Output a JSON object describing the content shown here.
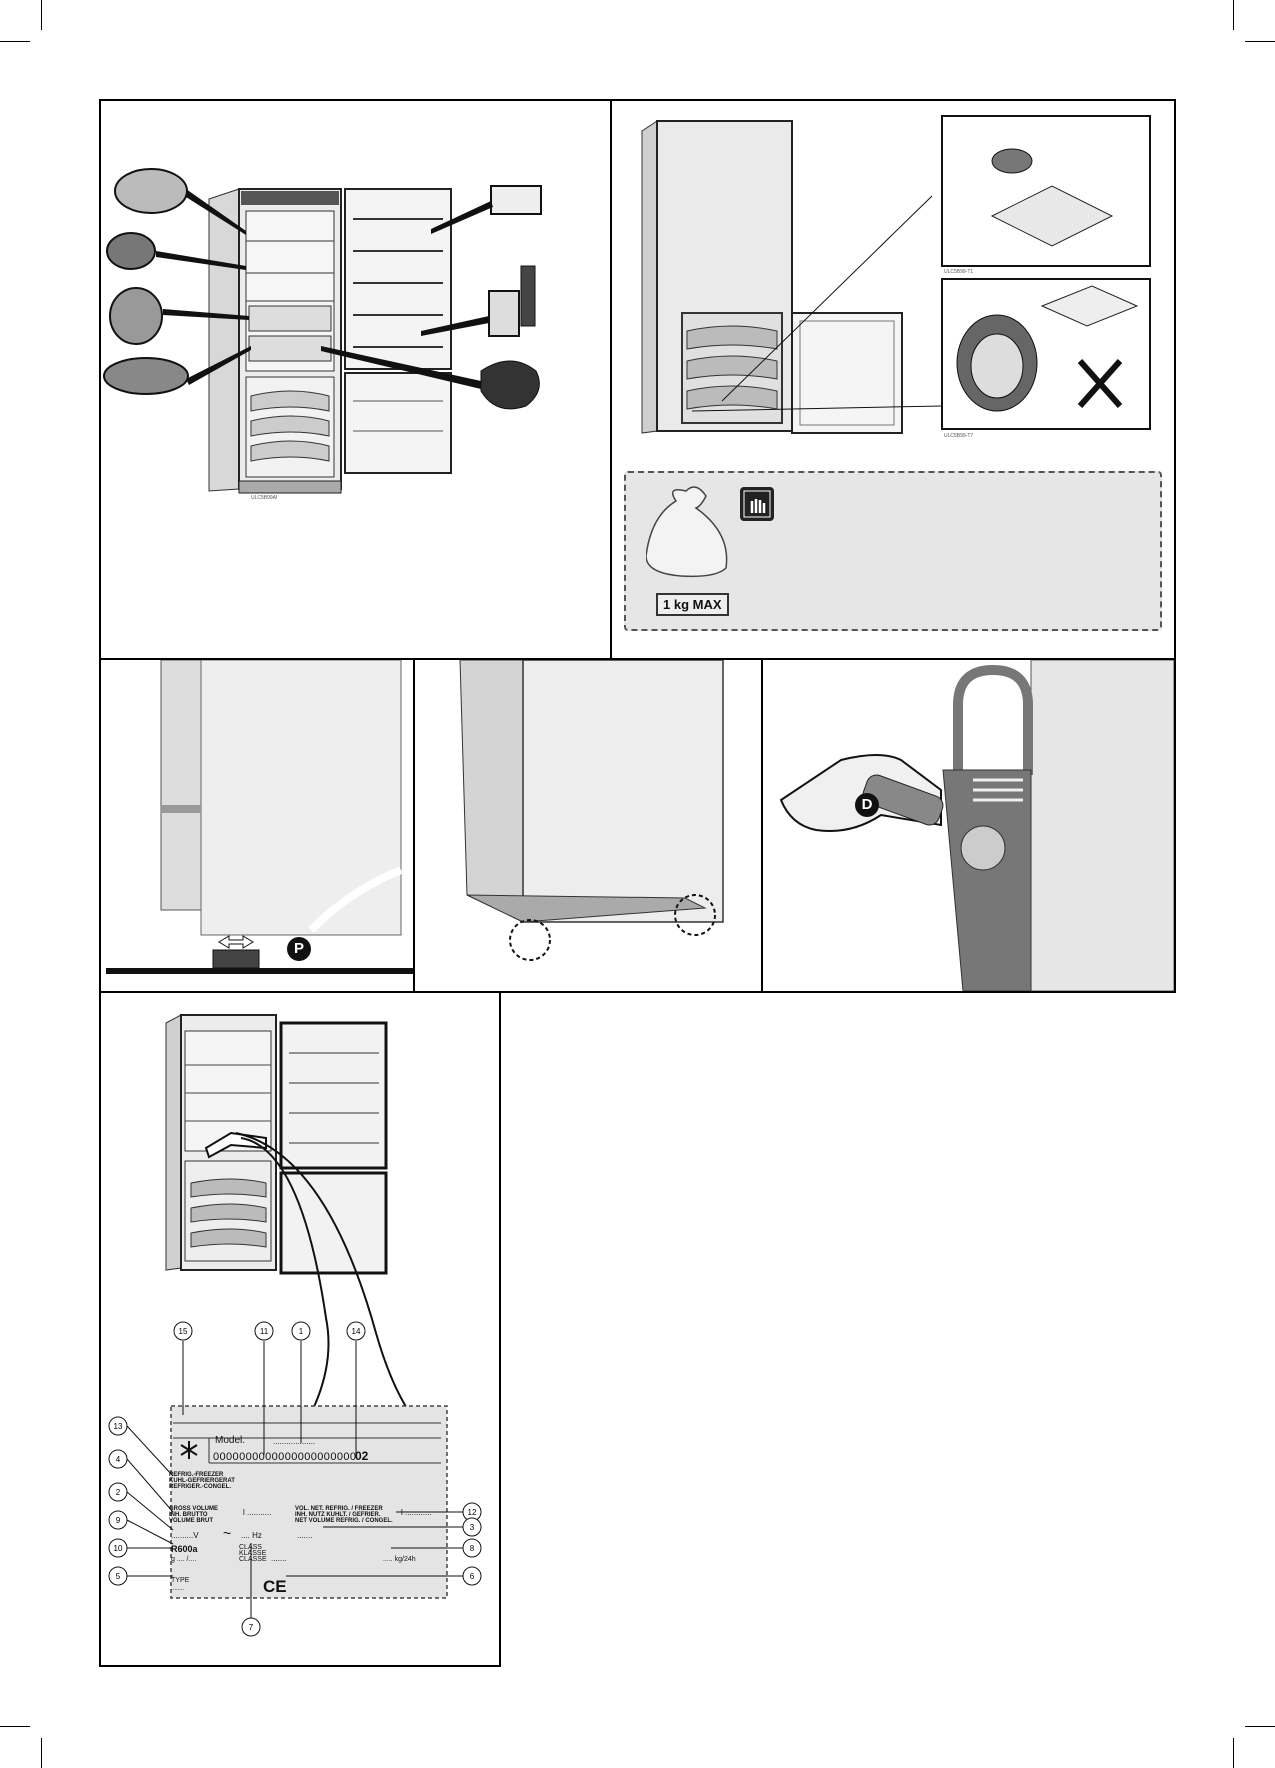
{
  "panel_storage": {
    "tiny_code": "ULC5B99AI"
  },
  "panel_icetray": {
    "tiny_code_a": "ULC5B99-T1",
    "tiny_code_b": "ULC5B99-T7"
  },
  "warning_box": {
    "badge": "1 kg MAX",
    "icon": "hand-stop-icon"
  },
  "panel_feet": {
    "marker": "P"
  },
  "panel_filter": {
    "marker": "D"
  },
  "rating_plate": {
    "callouts": [
      "15",
      "11",
      "1",
      "14",
      "13",
      "4",
      "2",
      "9",
      "10",
      "5",
      "7",
      "12",
      "3",
      "8",
      "6"
    ],
    "model_label": "Model.",
    "model_dots": "...................",
    "serial": "0000000000000000000000",
    "serial_suffix": "02",
    "type_line1": "REFRIG.-FREEZER",
    "type_line2": "KUHL-GEFRIERGERAT",
    "type_line3": "REFRIGER.-CONGEL.",
    "gross1": "GROSS VOLUME",
    "gross2": "INH. BRUTTO",
    "gross3": "VOLUME BRUT",
    "gross_unit": "l ...........",
    "net1": "VOL. NET. REFRIG. / FREEZER",
    "net2": "INH. NUTZ KUHLT. / GEFRIER.",
    "net3": "NET VOLUME REFRIG. / CONGEL.",
    "net_unit": "l ............",
    "voltage": "..........V",
    "tilde": "~",
    "hz": ".... Hz",
    "amp": ".......",
    "refrigerant": "R600a",
    "charge": "g .... /....",
    "class1": "CLASS",
    "class2": "KLASSE",
    "class3": "CLASSE",
    "class_dots": ".......",
    "capacity": "..... kg/24h",
    "type_label": "TYPE",
    "type_dots": "........",
    "ce": "CE"
  }
}
